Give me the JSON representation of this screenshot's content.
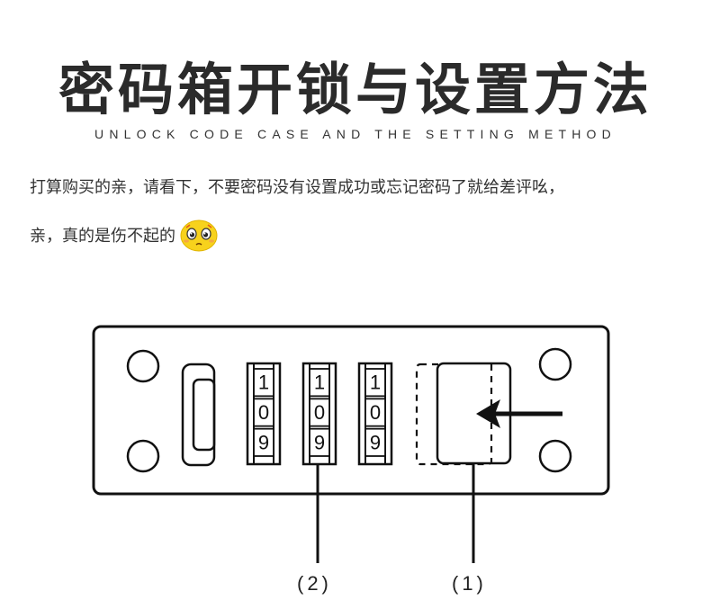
{
  "header": {
    "title": "密码箱开锁与设置方法",
    "subtitle": "UNLOCK CODE CASE AND THE SETTING METHOD"
  },
  "description": {
    "line1": "打算购买的亲，请看下，不要密码没有设置成功或忘记密码了就给差评吆，",
    "line2": "亲，真的是伤不起的"
  },
  "emoji": {
    "name": "sad-face-emoji",
    "color": "#f7d21c"
  },
  "diagram": {
    "dials": [
      {
        "digits": [
          "1",
          "0",
          "9"
        ]
      },
      {
        "digits": [
          "1",
          "0",
          "9"
        ]
      },
      {
        "digits": [
          "1",
          "0",
          "9"
        ]
      }
    ],
    "callouts": {
      "dial_label": "(2)",
      "button_label": "(1)"
    },
    "line_color": "#111111"
  }
}
